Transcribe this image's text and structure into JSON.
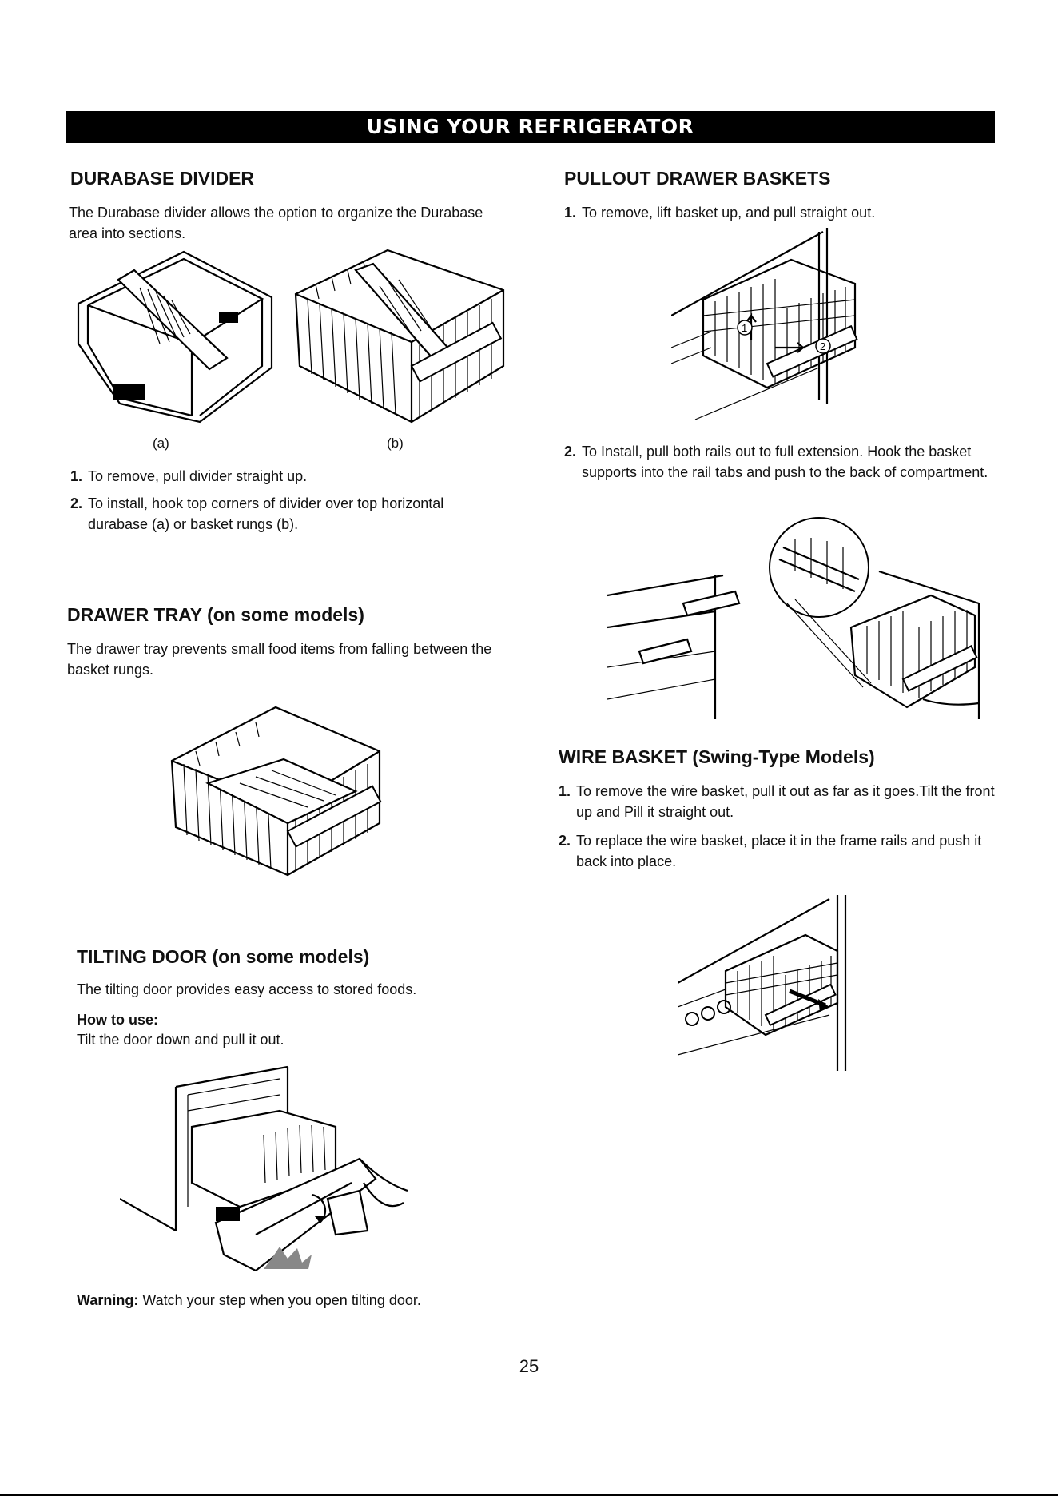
{
  "header": {
    "banner": "USING YOUR REFRIGERATOR"
  },
  "durabase": {
    "title": "DURABASE DIVIDER",
    "intro": "The Durabase divider allows the option to organize the Durabase area into sections.",
    "label_a": "(a)",
    "label_b": "(b)",
    "steps": [
      {
        "n": "1.",
        "text": "To remove, pull divider straight up."
      },
      {
        "n": "2.",
        "text": "To install, hook top corners of divider over top horizontal durabase (a) or basket rungs (b)."
      }
    ]
  },
  "drawer_tray": {
    "title": "DRAWER TRAY (on some models)",
    "intro": "The drawer tray prevents small food items from falling between the basket rungs."
  },
  "tilting_door": {
    "title": "TILTING DOOR (on some models)",
    "intro": "The tilting door provides easy access to stored foods.",
    "howto_label": "How to use:",
    "howto_text": "Tilt the door down and pull it out.",
    "warning_label": "Warning:",
    "warning_text": " Watch your step when you open tilting door."
  },
  "pullout": {
    "title": "PULLOUT DRAWER BASKETS",
    "steps": [
      {
        "n": "1.",
        "text": "To remove, lift basket up, and pull straight out."
      },
      {
        "n": "2.",
        "text": "To Install, pull both rails out to full extension. Hook the basket supports into the rail tabs and push to the back of compartment."
      }
    ],
    "callout_1": "1",
    "callout_2": "2"
  },
  "wire_basket": {
    "title": "WIRE BASKET (Swing-Type Models)",
    "steps": [
      {
        "n": "1.",
        "text": "To remove the wire basket, pull it out as far as it goes.Tilt the front up and Pill it straight out."
      },
      {
        "n": "2.",
        "text": "To replace the wire basket, place it in the frame rails and push it back into place."
      }
    ]
  },
  "footer": {
    "page_number": "25"
  }
}
